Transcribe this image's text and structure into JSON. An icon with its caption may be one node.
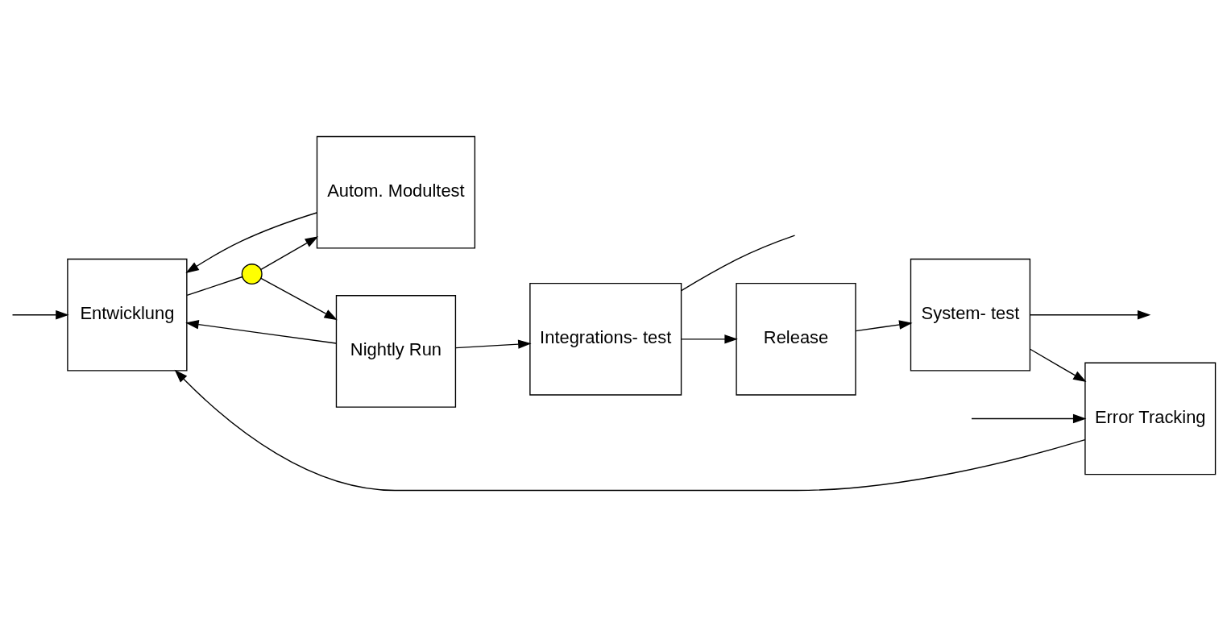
{
  "diagram": {
    "nodes": [
      {
        "text": [
          "Entwicklung"
        ]
      },
      {
        "text": [
          "Autom. Modultest"
        ]
      },
      {
        "text": [
          "Nightly Run"
        ]
      },
      {
        "text": [
          "Integrations- test"
        ]
      },
      {
        "text": [
          "Release"
        ]
      },
      {
        "text": [
          "System- test"
        ]
      },
      {
        "text": [
          "Error Tracking"
        ]
      },
      {
        "text": [],
        "shape": "circle"
      }
    ],
    "edges": [
      {
        "from": 0,
        "to": 7,
        "arrow": "none"
      },
      {
        "from": 7,
        "to": 2,
        "arrow": "to"
      },
      {
        "from": 7,
        "to": 1,
        "arrow": "to"
      },
      {
        "from": 1,
        "to": 0,
        "arrow": "to"
      },
      {
        "from": 2,
        "to": 3,
        "arrow": "to"
      },
      {
        "from": 2,
        "to": 0,
        "arrow": "to"
      },
      {
        "from": 3,
        "to": 4,
        "arrow": "to"
      },
      {
        "from": 3,
        "to": null,
        "arrow": "none"
      },
      {
        "from": 4,
        "to": 5,
        "arrow": "to"
      },
      {
        "from": 5,
        "to": 6,
        "arrow": "to"
      },
      {
        "from": 5,
        "to": null,
        "arrow": "to"
      },
      {
        "from": null,
        "to": 6,
        "arrow": "to"
      },
      {
        "from": 6,
        "to": 0,
        "arrow": "to"
      },
      {
        "from": null,
        "to": 0,
        "arrow": "to"
      }
    ]
  }
}
